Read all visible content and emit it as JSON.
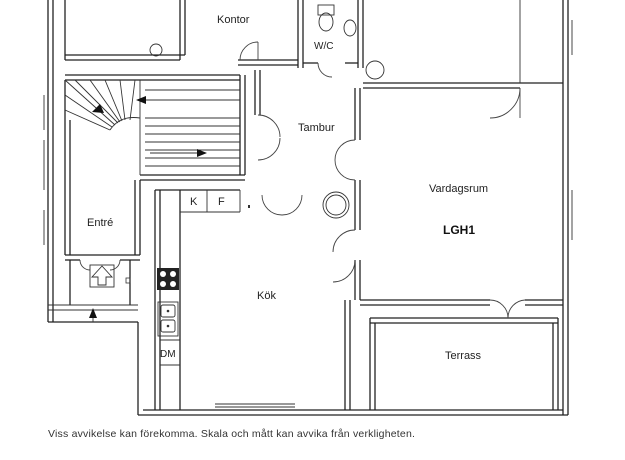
{
  "rooms": {
    "kontor": "Kontor",
    "wc": "W/C",
    "tambur": "Tambur",
    "vardagsrum": "Vardagsrum",
    "lgh": "LGH1",
    "entre": "Entré",
    "kok": "Kök",
    "terrass": "Terrass"
  },
  "fixtures": {
    "k": "K",
    "f": "F",
    "dm": "DM"
  },
  "disclaimer": "Viss avvikelse kan förekomma. Skala och mått kan avvika från verkligheten."
}
